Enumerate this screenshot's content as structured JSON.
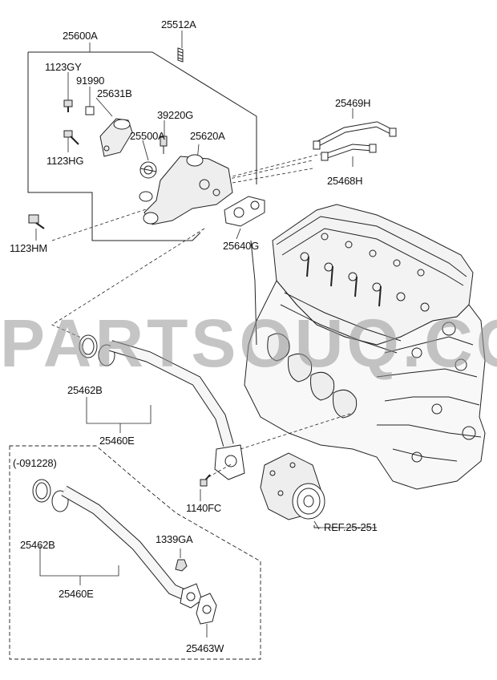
{
  "diagram": {
    "watermark": "PARTSOUQ.COM",
    "labels": {
      "p25600A": "25600A",
      "p25512A": "25512A",
      "p1123GY": "1123GY",
      "p91990": "91990",
      "p25631B": "25631B",
      "p39220G": "39220G",
      "p25500A": "25500A",
      "p25620A": "25620A",
      "p1123HG": "1123HG",
      "p1123HM": "1123HM",
      "p25469H": "25469H",
      "p25468H": "25468H",
      "p25640G": "25640G",
      "p25462B_top": "25462B",
      "p25460E_top": "25460E",
      "p1140FC": "1140FC",
      "ref": "REF.25-251",
      "date_note": "(-091228)",
      "p25462B_bottom": "25462B",
      "p1339GA": "1339GA",
      "p25460E_bottom": "25460E",
      "p25463W": "25463W"
    }
  }
}
